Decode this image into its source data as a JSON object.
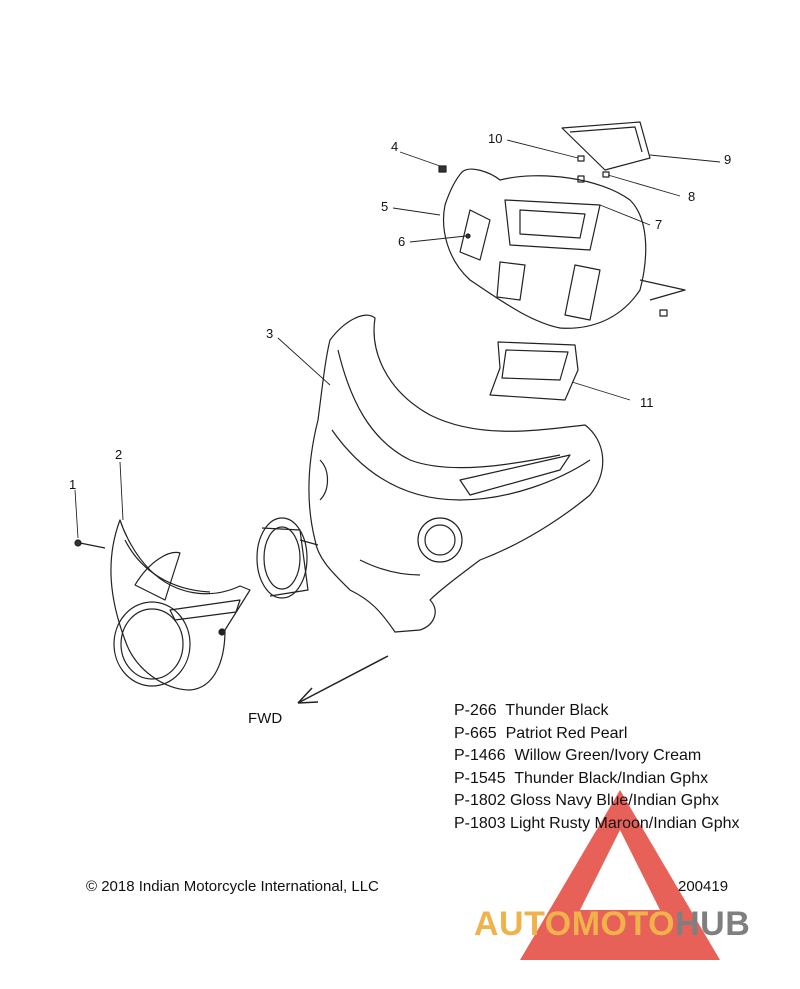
{
  "callouts": {
    "c1": "1",
    "c2": "2",
    "c3": "3",
    "c4": "4",
    "c5": "5",
    "c6": "6",
    "c7": "7",
    "c8": "8",
    "c9": "9",
    "c10": "10",
    "c11": "11"
  },
  "fwd_label": "FWD",
  "paint_codes": [
    "P-266  Thunder Black",
    "P-665  Patriot Red Pearl",
    "P-1466  Willow Green/Ivory Cream",
    "P-1545  Thunder Black/Indian Gphx",
    "P-1802 Gloss Navy Blue/Indian Gphx",
    "P-1803 Light Rusty Maroon/Indian Gphx"
  ],
  "copyright": "© 2018 Indian Motorcycle International, LLC",
  "doc_number": "200419",
  "watermark": {
    "part1": "AUTO",
    "part2": "MOTO",
    "part3": "HUB",
    "accent": "#f0b24a",
    "gray": "#7f7f7f",
    "triangle": "#e23a2e"
  }
}
